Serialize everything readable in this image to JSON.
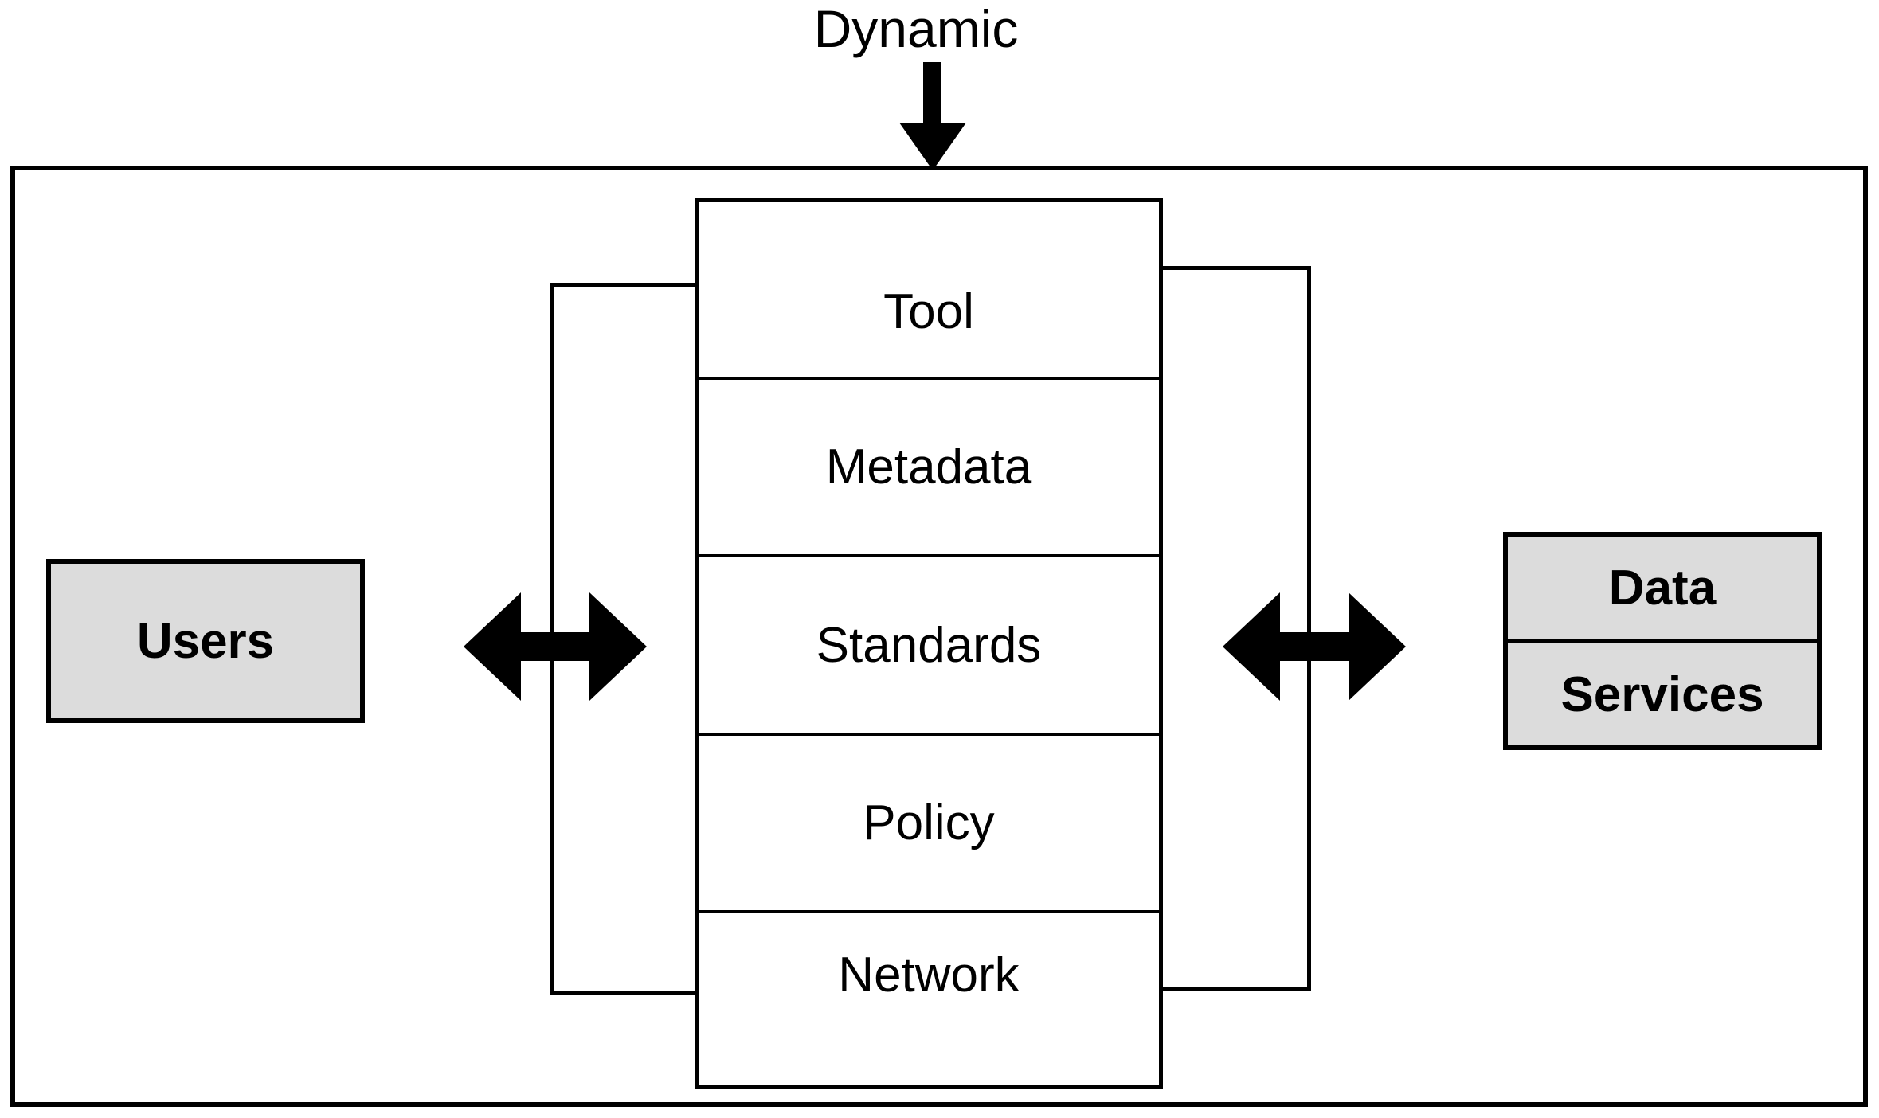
{
  "diagram": {
    "title_label": "Dynamic",
    "outer_container": {
      "name": "system-boundary"
    },
    "central_stack": {
      "layers": [
        {
          "label": "Tool"
        },
        {
          "label": "Metadata"
        },
        {
          "label": "Standards"
        },
        {
          "label": "Policy"
        },
        {
          "label": "Network"
        }
      ]
    },
    "left_entity": {
      "label": "Users"
    },
    "right_entity": {
      "cells": [
        {
          "label": "Data"
        },
        {
          "label": "Services"
        }
      ]
    },
    "connectors": {
      "top_arrow": "down-arrow-icon",
      "left_arrow": "double-headed-arrow-icon",
      "right_arrow": "double-headed-arrow-icon",
      "left_bracket": "bracket-icon",
      "right_bracket": "bracket-icon"
    },
    "colors": {
      "stroke": "#000000",
      "entity_fill": "#dcdcdc",
      "stack_fill": "#ffffff",
      "background": "#ffffff"
    }
  }
}
